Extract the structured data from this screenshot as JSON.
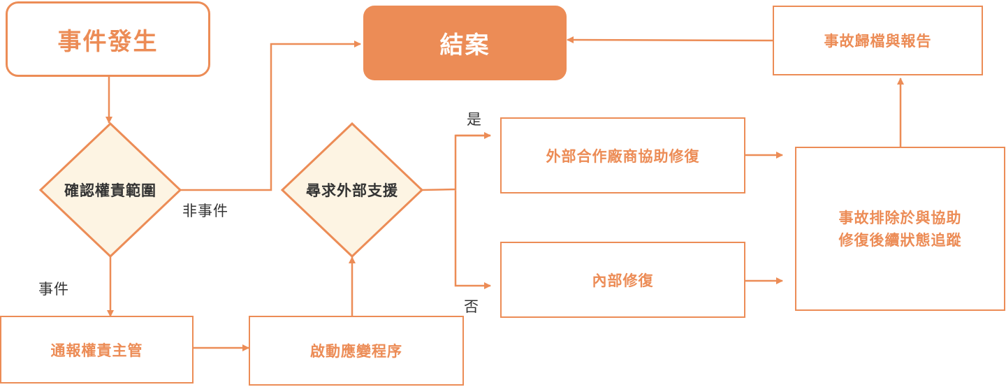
{
  "nodes": {
    "start": "事件發生",
    "end": "結案",
    "check_scope": "確認權責範圍",
    "notify_manager": "通報權責主管",
    "start_response": "啟動應變程序",
    "seek_support": "尋求外部支援",
    "vendor_repair": "外部合作廠商協助修復",
    "internal_repair": "內部修復",
    "troubleshoot": [
      "事故排除於與協助",
      "修復後續狀態追蹤"
    ],
    "archive_report": "事故歸檔與報告"
  },
  "edge_labels": {
    "non_incident": "非事件",
    "incident": "事件",
    "yes": "是",
    "no": "否"
  },
  "colors": {
    "accent": "#ec8c56",
    "diamond_fill": "#fdf4e3",
    "text_dark": "#333333"
  }
}
